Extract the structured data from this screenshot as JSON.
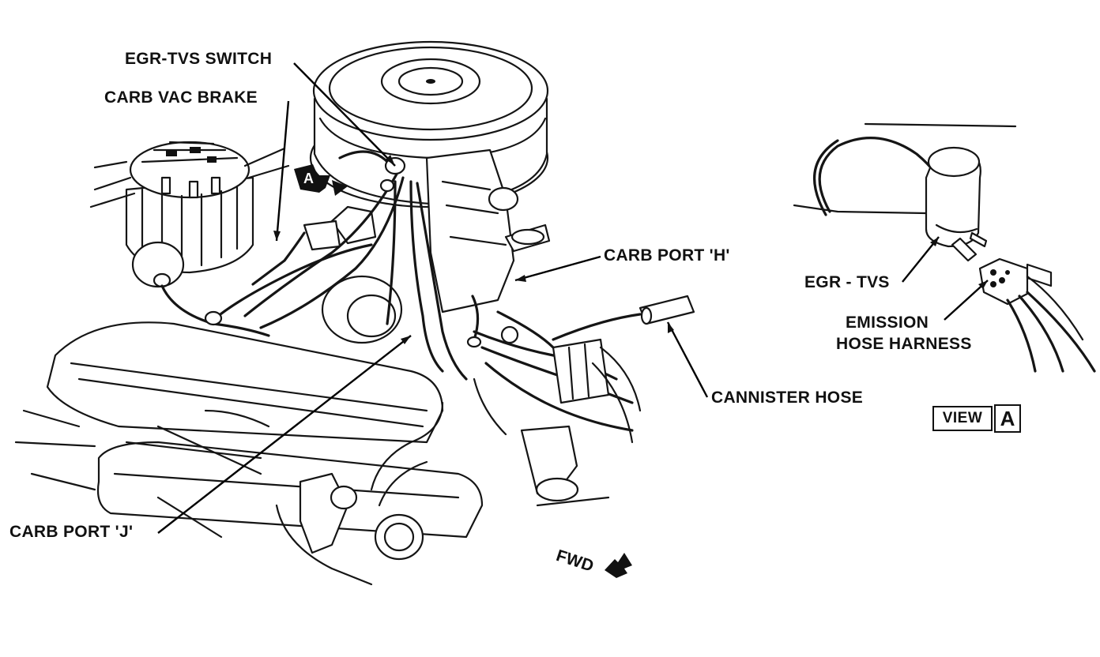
{
  "labels": {
    "egr_tvs_switch": "EGR-TVS SWITCH",
    "carb_vac_brake": "CARB VAC BRAKE",
    "carb_port_h": "CARB PORT 'H'",
    "cannister_hose": "CANNISTER HOSE",
    "carb_port_j": "CARB PORT 'J'",
    "fwd": "FWD",
    "egr_tvs": "EGR - TVS",
    "emission_line1": "EMISSION",
    "emission_line2": "HOSE HARNESS",
    "view_word": "VIEW",
    "view_letter": "A",
    "callout_marker_letter": "A"
  },
  "colors": {
    "ink": "#111111",
    "paper": "#ffffff"
  }
}
